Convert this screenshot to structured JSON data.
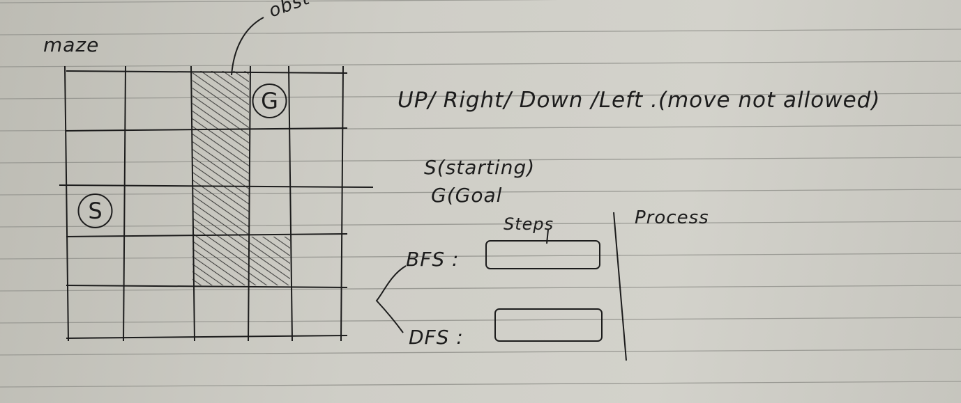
{
  "title": "maze",
  "obstacle_label": "obst",
  "maze": {
    "rows": 5,
    "cols": 5,
    "start": {
      "label": "S",
      "row": 2,
      "col": 0
    },
    "goal": {
      "label": "G",
      "row": 0,
      "col": 3
    },
    "obstacles": [
      [
        0,
        2
      ],
      [
        1,
        2
      ],
      [
        2,
        2
      ],
      [
        3,
        2
      ],
      [
        3,
        3
      ]
    ]
  },
  "rules": "UP/ Right/ Down /Left .(move not allowed)",
  "legend": {
    "start": "S(starting)",
    "goal": "G(Goal"
  },
  "results": {
    "steps_header": "Steps",
    "process_header": "Process",
    "bfs_label": "BFS :",
    "dfs_label": "DFS :",
    "bfs_steps": "",
    "dfs_steps": ""
  },
  "colors": {
    "ink": "#1c1c1c",
    "paper": "#cfcec7",
    "rule_line": "#9a9a94"
  }
}
